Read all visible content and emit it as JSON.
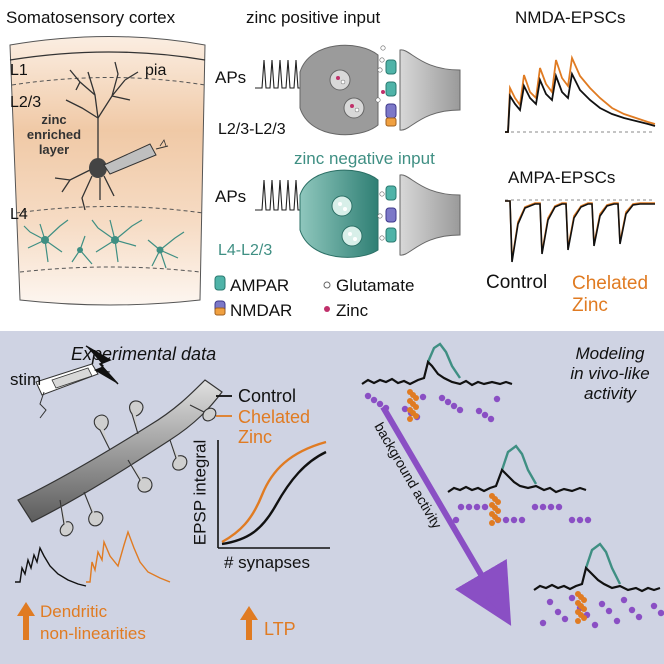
{
  "colors": {
    "control": "#111111",
    "chelated": "#e07b22",
    "teal": "#3f8f83",
    "purple": "#8a4fc4",
    "panel_bg": "#cfd3e3",
    "cortex_fill": "#f3d2b2"
  },
  "top": {
    "cortex": {
      "title": "Somatosensory cortex",
      "l1": "L1",
      "pia": "pia",
      "l23": "L2/3",
      "zinc_layer": "zinc\nenriched\nlayer",
      "l4": "L4"
    },
    "positive": {
      "title": "zinc positive input",
      "aps": "APs",
      "pathway": "L2/3-L2/3"
    },
    "negative": {
      "title": "zinc negative input",
      "aps": "APs",
      "pathway": "L4-L2/3"
    },
    "traces": {
      "nmda_title": "NMDA-EPSCs",
      "ampa_title": "AMPA-EPSCs",
      "legend_control": "Control",
      "legend_chelated": "Chelated\nZinc"
    },
    "legend": {
      "ampar": "AMPAR",
      "nmdar": "NMDAR",
      "glutamate": "Glutamate",
      "zinc": "Zinc"
    }
  },
  "bottom": {
    "experimental_title": "Experimental data",
    "stim": "stim",
    "dendritic": "Dendritic\nnon-linearities",
    "ltp": "LTP",
    "graph": {
      "legend_control": "Control",
      "legend_chelated": "Chelated\nZinc",
      "ylabel": "EPSP integral",
      "xlabel": "# synapses"
    },
    "modeling_title": "Modeling\nin vivo-like\nactivity",
    "background": "background activity"
  }
}
